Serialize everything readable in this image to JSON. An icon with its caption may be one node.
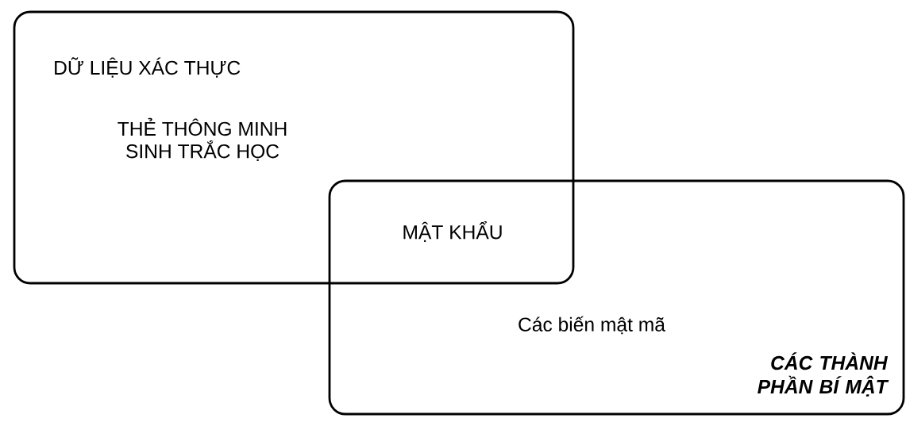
{
  "diagram": {
    "nodes": [
      {
        "text": [
          "DỮ LIỆU XÁC THỰC",
          "THẺ THÔNG MINH",
          "SINH TRẮC HỌC"
        ]
      },
      {
        "text": [
          "Các biến mật mã",
          "CÁC THÀNH PHẦN BÍ MẬT"
        ]
      }
    ],
    "labels": [
      "MẬT KHẨU"
    ]
  }
}
